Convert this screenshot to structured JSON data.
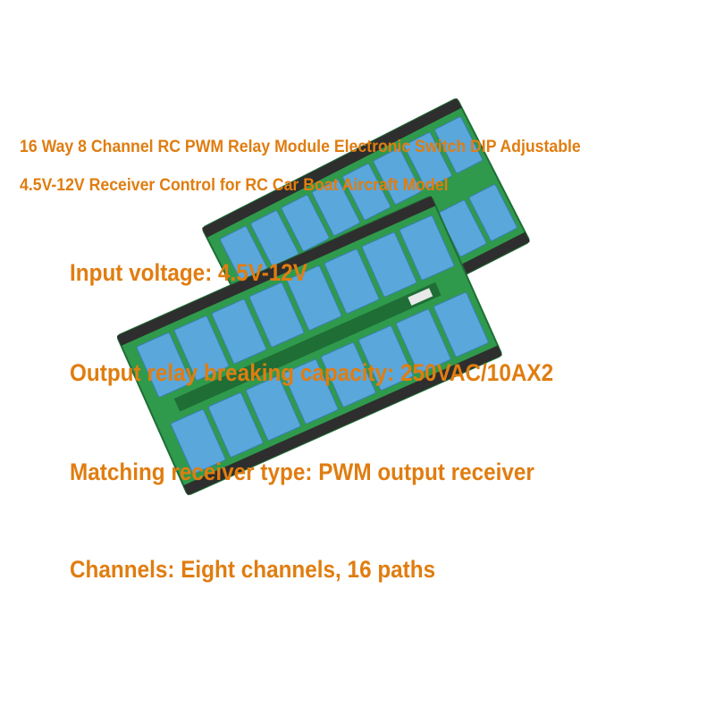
{
  "title": {
    "line1": "16 Way 8 Channel RC PWM Relay Module Electronic Switch DIP Adjustable",
    "line2": "4.5V-12V Receiver Control for RC Car Boat Aircraft Model"
  },
  "specs": [
    "Input voltage: 4.5V-12V",
    "Output relay breaking capacity: 250VAC/10AX2",
    "Matching receiver type: PWM output receiver",
    "Channels: Eight channels, 16 paths"
  ],
  "colors": {
    "text": "#e07d10",
    "pcb": "#2f9a4c",
    "pcb_dark": "#1f6e36",
    "relay": "#5aa7dc",
    "terminal": "#2e2e2e"
  },
  "relays_per_row": 8
}
